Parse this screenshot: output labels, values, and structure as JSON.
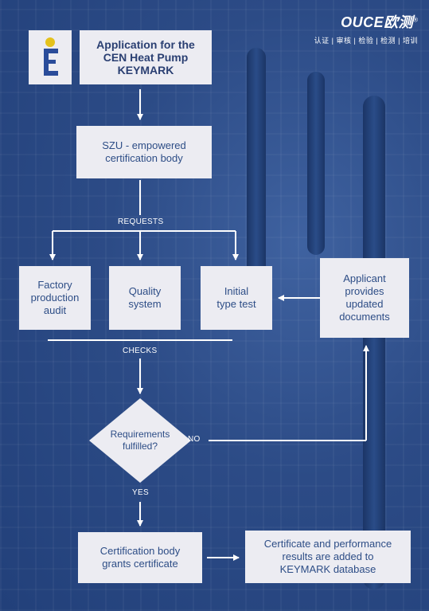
{
  "brand": {
    "name": "OUCE欧测",
    "registered": "®",
    "tagline": "认证 | 审核 | 检验 | 检测 | 培训"
  },
  "nodes": {
    "application": "Application for the\nCEN Heat Pump\nKEYMARK",
    "szu": "SZU - empowered\ncertification body",
    "factory": "Factory\nproduction\naudit",
    "quality": "Quality\nsystem",
    "initial": "Initial\ntype test",
    "applicant": "Applicant\nprovides\nupdated\ndocuments",
    "decision": "Requirements\nfulfilled?",
    "grants": "Certification body\ngrants certificate",
    "database": "Certificate and performance\nresults are added to\nKEYMARK database"
  },
  "labels": {
    "requests": "REQUESTS",
    "checks": "CHECKS",
    "no": "NO",
    "yes": "YES"
  },
  "colors": {
    "background": "#2c4b86",
    "box": "#ececf2",
    "text": "#2d4d86",
    "line": "#ffffff"
  },
  "icons": {
    "keymark_logo": "keymark-e-logo",
    "brand_logo": "ouce-logo"
  }
}
